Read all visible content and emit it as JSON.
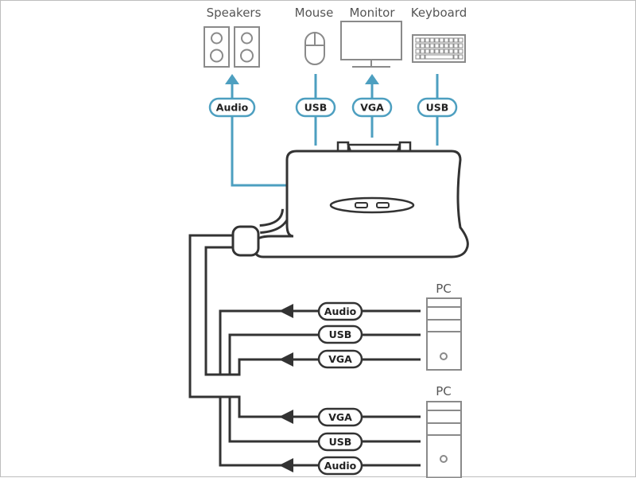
{
  "colors": {
    "peripheral_link": "#4d9fc0",
    "pc_link": "#333333",
    "device_outline": "#8a8a8a"
  },
  "devices": {
    "speakers": {
      "label": "Speakers",
      "icon": "speakers-icon"
    },
    "mouse": {
      "label": "Mouse",
      "icon": "mouse-icon"
    },
    "monitor": {
      "label": "Monitor",
      "icon": "monitor-icon"
    },
    "keyboard": {
      "label": "Keyboard",
      "icon": "keyboard-icon"
    }
  },
  "peripheral_ports": {
    "speakers": "Audio",
    "mouse": "USB",
    "monitor": "VGA",
    "keyboard": "USB"
  },
  "switch": {
    "icon": "kvm-switch-icon"
  },
  "pcs": [
    {
      "label": "PC",
      "icon": "pc-tower-icon",
      "ports": [
        "Audio",
        "USB",
        "VGA"
      ]
    },
    {
      "label": "PC",
      "icon": "pc-tower-icon",
      "ports": [
        "VGA",
        "USB",
        "Audio"
      ]
    }
  ]
}
